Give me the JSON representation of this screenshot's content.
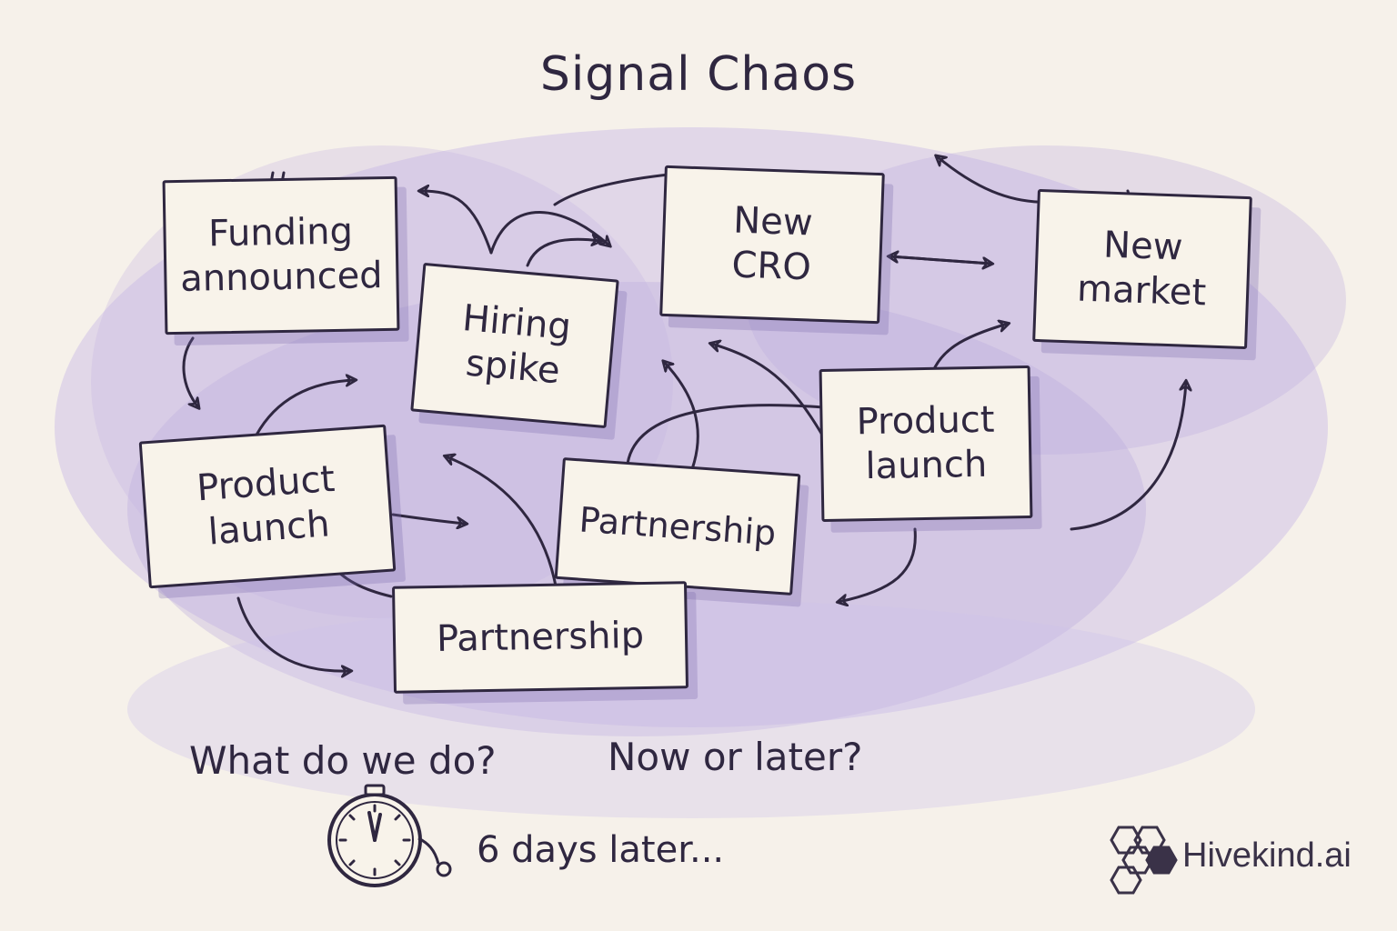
{
  "title": "Signal Chaos",
  "notes": [
    {
      "id": "funding",
      "label": "Funding\nannounced"
    },
    {
      "id": "hiring",
      "label": "Hiring\nspike"
    },
    {
      "id": "new_cro",
      "label": "New\nCRO"
    },
    {
      "id": "new_market",
      "label": "New\nmarket"
    },
    {
      "id": "product_launch_left",
      "label": "Product\nlaunch"
    },
    {
      "id": "partnership_center",
      "label": "Partnership"
    },
    {
      "id": "product_launch_right",
      "label": "Product\nlaunch"
    },
    {
      "id": "partnership_bottom",
      "label": "Partnership"
    }
  ],
  "questions": {
    "q1": "What do we do?",
    "q2": "Now or later?"
  },
  "timer": {
    "icon": "stopwatch-icon",
    "label": "6 days later..."
  },
  "brand": {
    "icon": "hexagon-logo-icon",
    "label": "Hivekind.ai"
  },
  "colors": {
    "background": "#f6f1ea",
    "wash": "#b9a8dd",
    "ink": "#2f2740",
    "note_fill": "#f8f3ea"
  }
}
